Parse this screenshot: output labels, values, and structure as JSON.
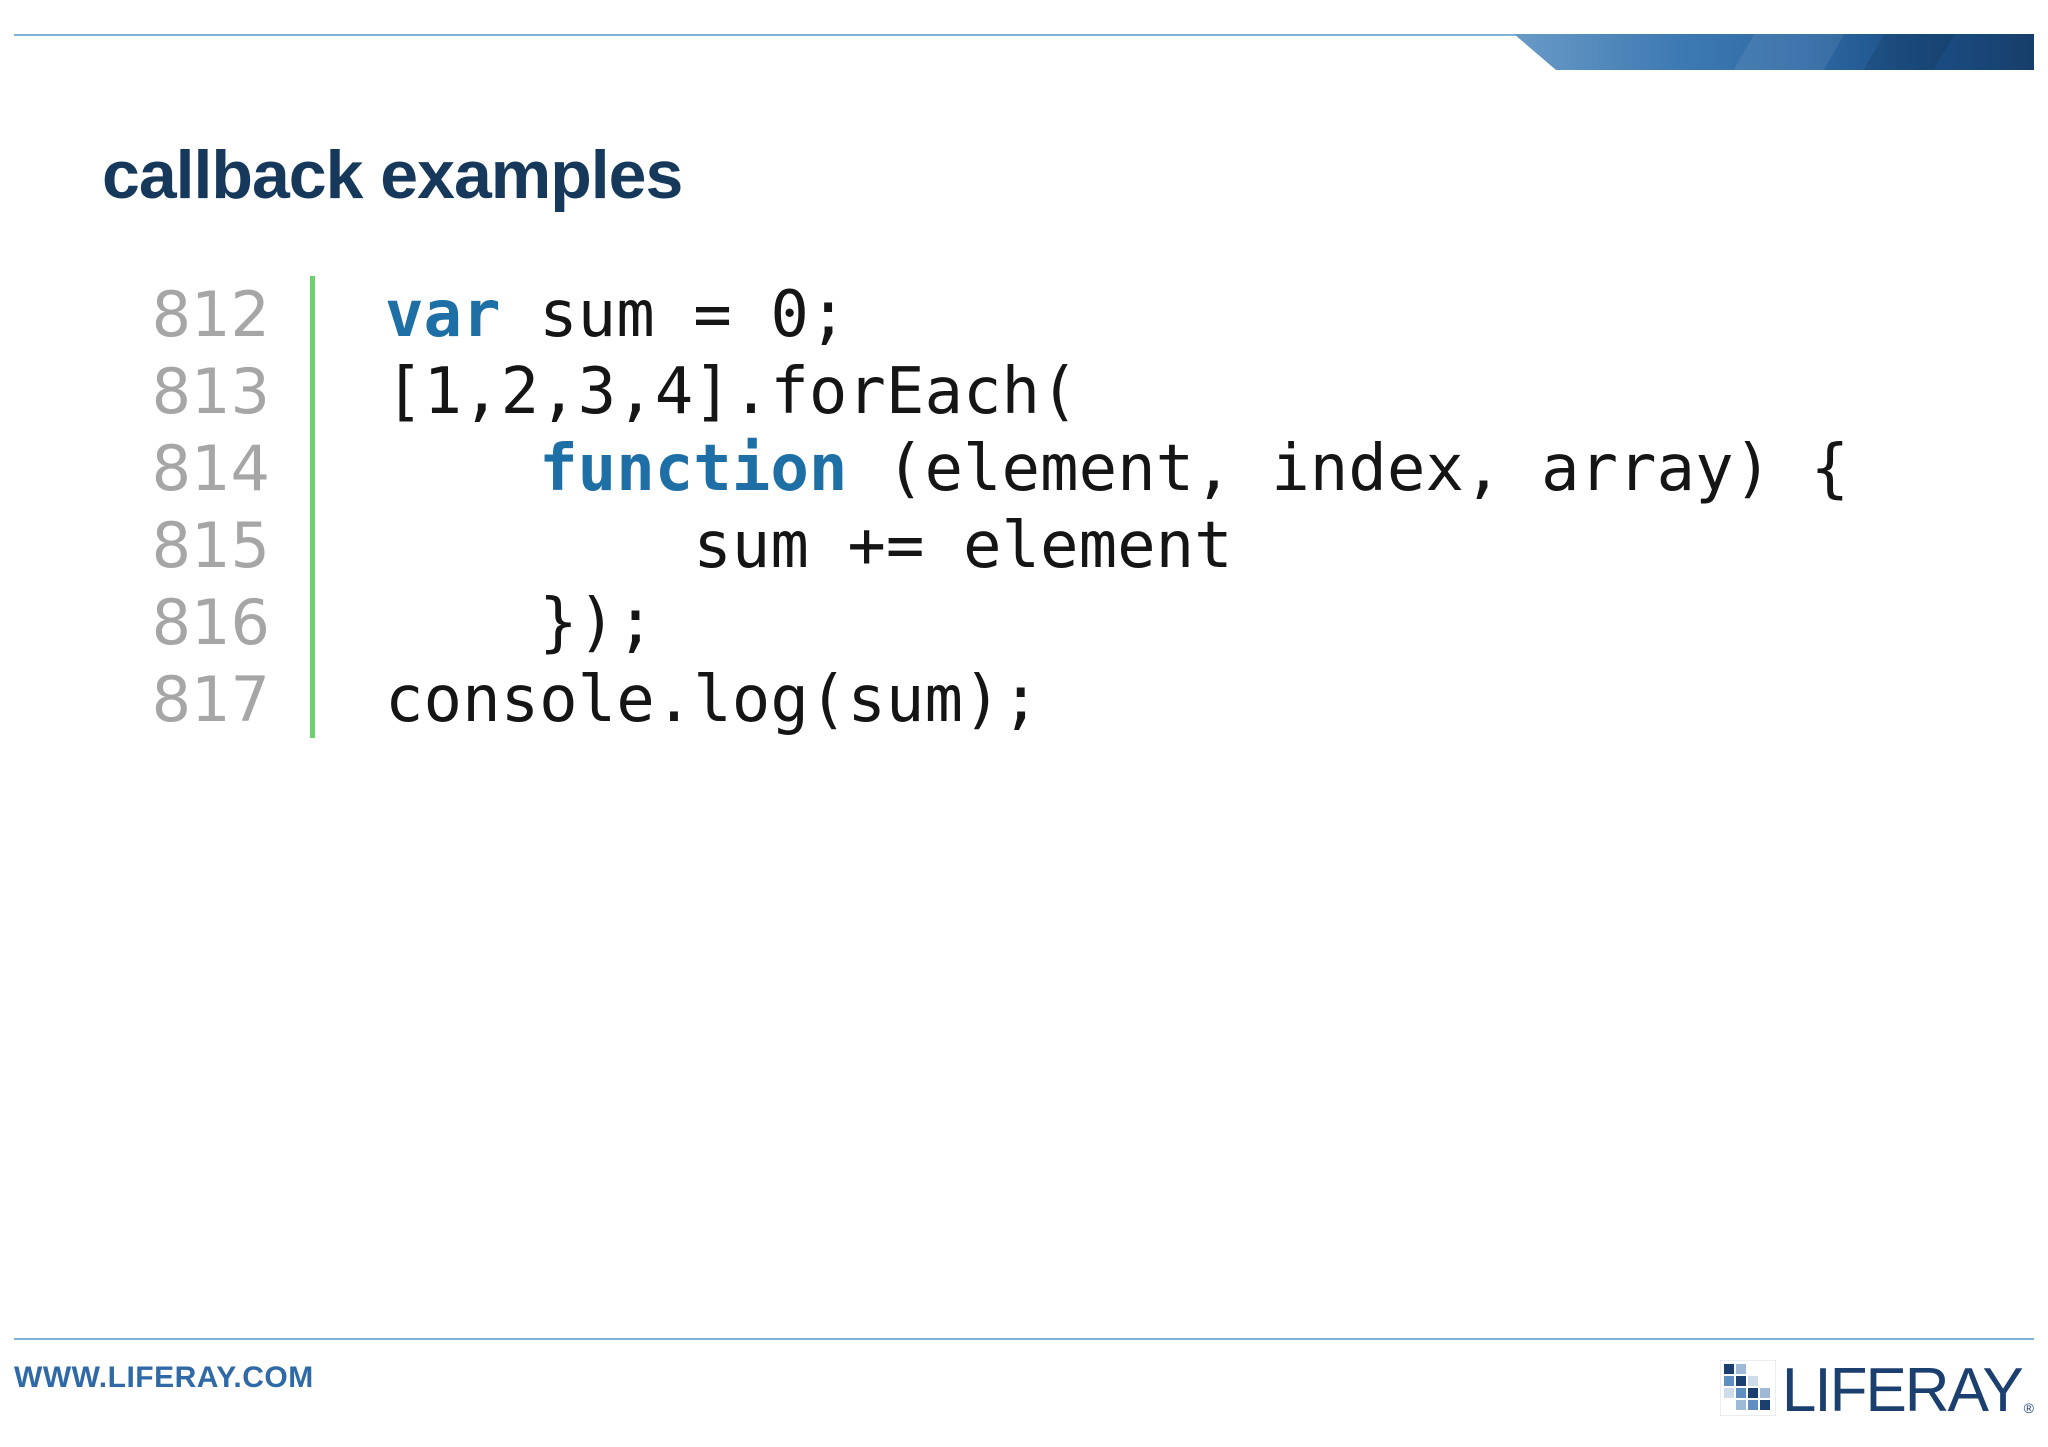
{
  "slide": {
    "title": "callback examples"
  },
  "code": {
    "lines": [
      {
        "number": "812",
        "keyword": "var",
        "text": " sum = 0;"
      },
      {
        "number": "813",
        "keyword": "",
        "text": "[1,2,3,4].forEach("
      },
      {
        "number": "814",
        "keyword": "function",
        "text": " (element, index, array) {"
      },
      {
        "number": "815",
        "keyword": "",
        "text": "sum += element"
      },
      {
        "number": "816",
        "keyword": "",
        "text": "});"
      },
      {
        "number": "817",
        "keyword": "",
        "text": "console.log(sum);"
      }
    ]
  },
  "footer": {
    "url": "WWW.LIFERAY.COM",
    "logo_text": "LIFERAY",
    "logo_mark": "®"
  },
  "colors": {
    "title": "#16385a",
    "keyword": "#1d6fa5",
    "line_number": "#a6a6a6",
    "gutter": "#6dd26d",
    "accent": "#2f6aa6"
  }
}
